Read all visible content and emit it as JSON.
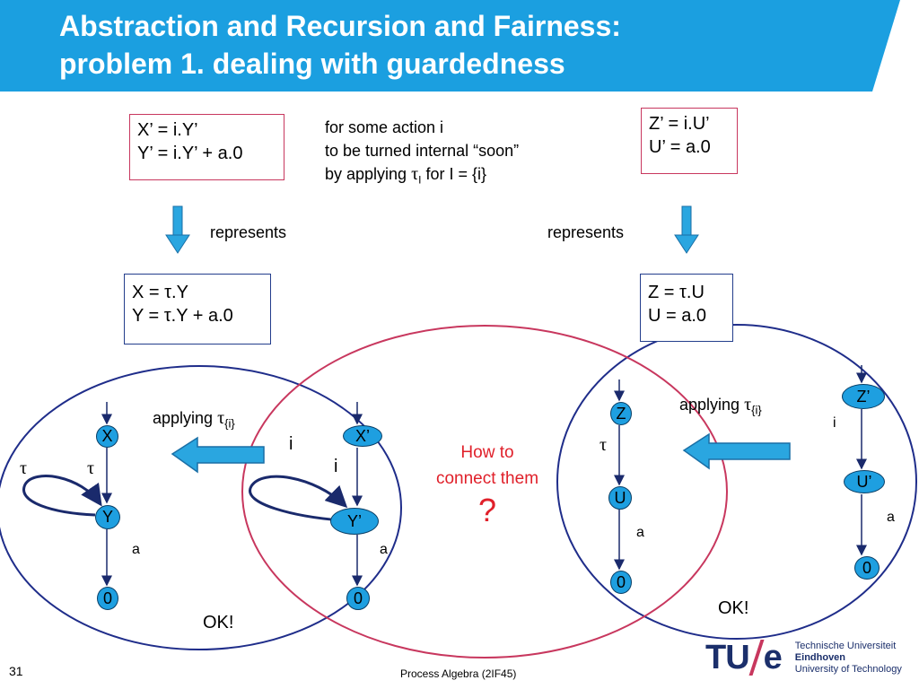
{
  "slide": {
    "title_line1": "Abstraction and Recursion and Fairness:",
    "title_line2": "problem 1. dealing with guardedness",
    "page_number": "31",
    "footer": "Process Algebra (2IF45)"
  },
  "colors": {
    "title_bar": "#1b9fe0",
    "node_fill": "#1e9fe0",
    "circle_blue": "#1f2d8a",
    "circle_red": "#c8375e",
    "arrow": "#2aa6e0",
    "question": "#e0202a"
  },
  "boxes": {
    "left_top": [
      "X’ = i.Y’",
      "Y’ = i.Y’ + a.0"
    ],
    "right_top": [
      "Z’ = i.U’",
      "U’ = a.0"
    ],
    "left_mid": [
      "X = τ.Y",
      "Y = τ.Y + a.0"
    ],
    "right_mid": [
      "Z = τ.U",
      "U = a.0"
    ]
  },
  "note": {
    "line1": "for some action i",
    "line2": "to be turned internal “soon”",
    "line3_pre": "by applying ",
    "line3_tau": "τ",
    "line3_sub": "I",
    "line3_post": " for I = {i}"
  },
  "labels": {
    "represents_left": "represents",
    "represents_right": "represents",
    "applying": "applying ",
    "tau": "τ",
    "set_i": "{i}",
    "how_to_1": "How to",
    "how_to_2": "connect them",
    "question": "?",
    "ok_left": "OK!",
    "ok_right": "OK!"
  },
  "graphs": {
    "left": {
      "nodes": [
        "X",
        "Y",
        "0"
      ],
      "loop_label": "τ",
      "edge1": "τ",
      "edge2": "a"
    },
    "mid": {
      "nodes": [
        "X’",
        "Y’",
        "0"
      ],
      "loop_label": "i",
      "edge1": "i",
      "edge2": "a"
    },
    "right1": {
      "nodes": [
        "Z",
        "U",
        "0"
      ],
      "edge1": "τ",
      "edge2": "a"
    },
    "right2": {
      "nodes": [
        "Z’",
        "U’",
        "0"
      ],
      "edge1": "i",
      "edge2": "a"
    }
  },
  "logo": {
    "mark_tu": "TU",
    "mark_e": "e",
    "line1": "Technische Universiteit",
    "line2": "Eindhoven",
    "line3": "University of Technology"
  }
}
